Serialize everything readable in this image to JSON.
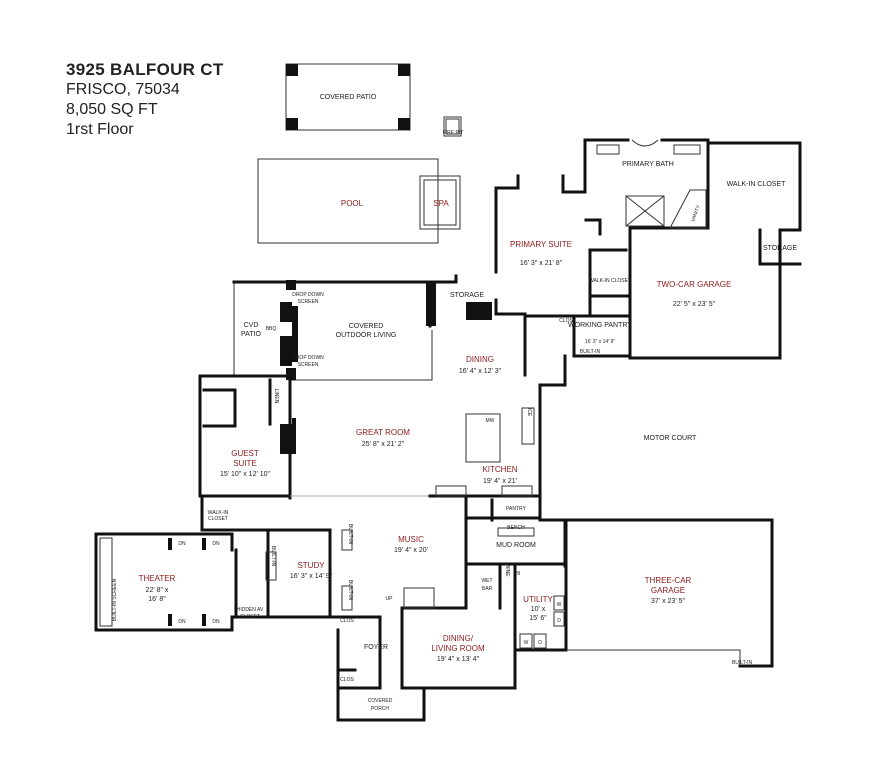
{
  "header": {
    "address": "3925 BALFOUR CT",
    "city": "FRISCO, 75034",
    "area": "8,050 SQ FT",
    "floor": "1rst Floor"
  },
  "rooms": {
    "primary_suite": {
      "name": "PRIMARY SUITE",
      "dim": "16' 3\" x 21' 8\""
    },
    "primary_bath": {
      "name": "PRIMARY BATH"
    },
    "two_car_garage": {
      "name": "TWO-CAR GARAGE",
      "dim": "22' 5\" x 23' 5\""
    },
    "working_pantry": {
      "name": "WORKING PANTRY",
      "dim": "16' 3\" x 14' 9\""
    },
    "dining": {
      "name": "DINING",
      "dim": "16' 4\" x 12' 3\""
    },
    "great_room": {
      "name": "GREAT ROOM",
      "dim": "25' 8\" x 21' 2\""
    },
    "kitchen": {
      "name": "KITCHEN",
      "dim": "19' 4\" x 21'"
    },
    "guest_suite": {
      "name": "GUEST SUITE",
      "dim": "15' 10\" x 12' 10\""
    },
    "theater": {
      "name": "THEATER",
      "dim1": "22' 8\" x",
      "dim2": "16' 8\""
    },
    "study": {
      "name": "STUDY",
      "dim": "16' 3\" x 14' 9\""
    },
    "music": {
      "name": "MUSIC",
      "dim": "19' 4\" x 20'"
    },
    "dining_living": {
      "name1": "DINING/",
      "name2": "LIVING ROOM",
      "dim": "19' 4\" x 13' 4\""
    },
    "utility": {
      "name": "UTILITY",
      "dim1": "10' x",
      "dim2": "15' 6\""
    },
    "three_car_garage": {
      "name1": "THREE-CAR",
      "name2": "GARAGE",
      "dim": "37' x 23' 5\""
    },
    "pool": {
      "name": "POOL"
    },
    "spa": {
      "name": "SPA"
    }
  },
  "labels": {
    "covered_patio": "COVERED PATIO",
    "fire_pit": "FIRE PIT",
    "walk_in_closet_primary": "WALK-IN CLOSET",
    "vanity": "VANITY",
    "storage_garage": "STORAGE",
    "storage": "STORAGE",
    "walk_in_closet_small": "WALK-IN CLOSET",
    "clos_pantry": "CLOS",
    "built_in_pantry": "BUILT-IN",
    "covered_outdoor_living": "COVERED OUTDOOR LIVING",
    "drop_down_screen_1": "DROP DOWN SCREEN",
    "drop_down_screen_2": "DROP DOWN SCREEN",
    "cvd_patio": "CVD PATIO",
    "bbq": "BBQ",
    "linen": "LINEN",
    "mw": "MW",
    "ice": "ICE",
    "motor_court": "MOTOR COURT",
    "pantry": "PANTRY",
    "bench": "BENCH",
    "mud_room": "MUD ROOM",
    "walk_in_closet_guest": "WALK-IN CLOSET",
    "built_in_screen": "BUILT-IN SCREEN",
    "dn": "DN",
    "built_in_study_1": "BUILT-IN",
    "built_in_study_2": "BUILT-IN",
    "built_in_study_3": "BUILT-IN",
    "hidden_av_closet": "HIDDEN AV CLOSET",
    "up": "UP",
    "clos_study": "CLOS",
    "foyer": "FOYER",
    "clos_foyer": "CLOS",
    "covered_porch": "COVERED PORCH",
    "wet_bar": "WET BAR",
    "wine": "WINE",
    "bi": "BI",
    "w": "W",
    "d": "D",
    "built_in_garage": "BUILT-IN"
  }
}
